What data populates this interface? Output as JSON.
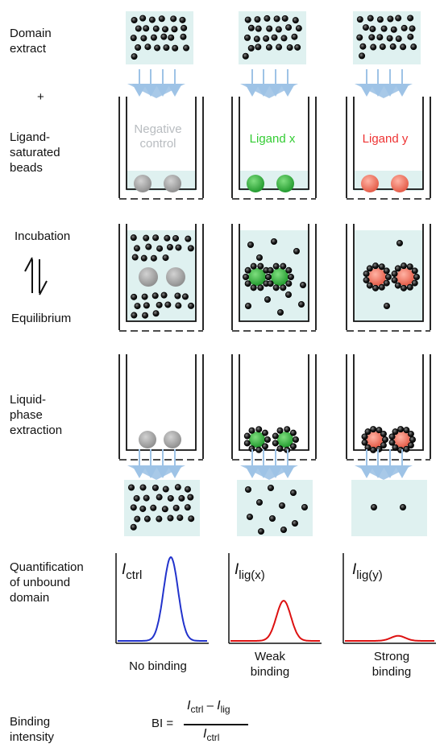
{
  "steps": {
    "domain_extract": "Domain\nextract",
    "plus": "+",
    "ligand_beads": "Ligand-\nsaturated\nbeads",
    "incubation": "Incubation",
    "equilibrium": "Equilibrium",
    "liquid_phase": "Liquid-\nphase\nextraction",
    "quantification": "Quantification\nof unbound\ndomain",
    "binding_intensity": "Binding\nintensity"
  },
  "wells": [
    {
      "label": "Negative\ncontrol",
      "color": "#b8bcc0",
      "bead_color": "#a6a6a6"
    },
    {
      "label": "Ligand x",
      "color": "#33cc33",
      "bead_color": "#3db54a"
    },
    {
      "label": "Ligand y",
      "color": "#ee3333",
      "bead_color": "#f07060"
    }
  ],
  "plots": [
    {
      "symbol": "I",
      "subscript": "ctrl",
      "line_color": "#2233cc",
      "peak": 1.0,
      "outcome": "No binding"
    },
    {
      "symbol": "I",
      "subscript": "lig(x)",
      "line_color": "#dd1111",
      "peak": 0.48,
      "outcome": "Weak\nbinding"
    },
    {
      "symbol": "I",
      "subscript": "lig(y)",
      "line_color": "#dd1111",
      "peak": 0.06,
      "outcome": "Strong\nbinding"
    }
  ],
  "formula": {
    "lhs": "BI =",
    "numerator_a": "I",
    "numerator_a_sub": "ctrl",
    "minus": "–",
    "numerator_b": "I",
    "numerator_b_sub": "lig",
    "denominator": "I",
    "denominator_sub": "ctrl"
  },
  "colors": {
    "solution": "#dff1f0",
    "arrow": "#9ec3e6",
    "domain": "#111111"
  }
}
